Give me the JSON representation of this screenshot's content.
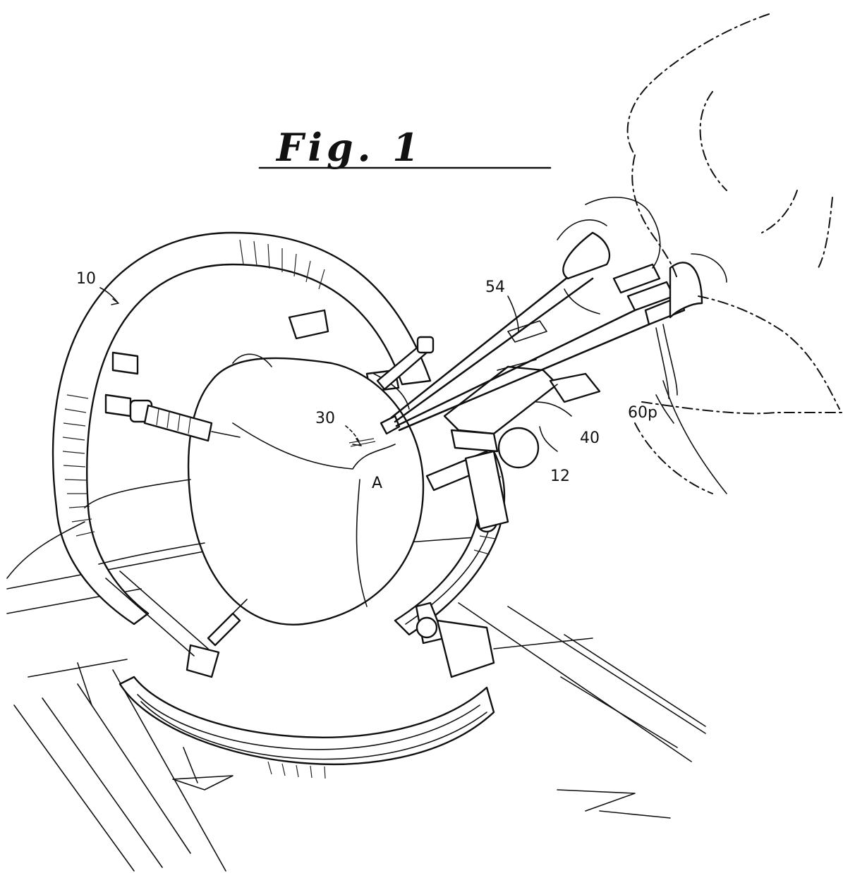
{
  "figure": {
    "title": "Fig. 1"
  },
  "reference_labels": {
    "frame": "10",
    "arm": "12",
    "target": "30",
    "guide": "40",
    "probe": "54",
    "light_source": "60p",
    "entry_point": "A"
  }
}
